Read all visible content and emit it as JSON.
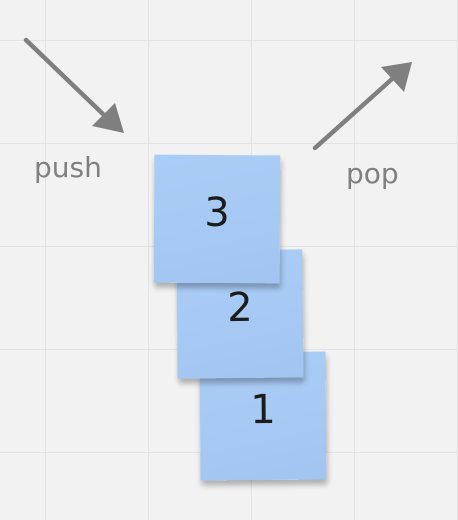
{
  "labels": {
    "push": "push",
    "pop": "pop"
  },
  "stack": {
    "notes": [
      {
        "number": "3",
        "position": "top"
      },
      {
        "number": "2",
        "position": "middle"
      },
      {
        "number": "1",
        "position": "bottom"
      }
    ]
  },
  "colors": {
    "background": "#f2f2f2",
    "grid": "#e3e3e3",
    "sticky_note": "#a7caf4",
    "arrow": "#7f7f7f",
    "label_text": "#808080",
    "note_text": "#1c1c1c"
  },
  "icons": {
    "push_arrow": "arrow-down-right-icon",
    "pop_arrow": "arrow-up-right-icon"
  }
}
